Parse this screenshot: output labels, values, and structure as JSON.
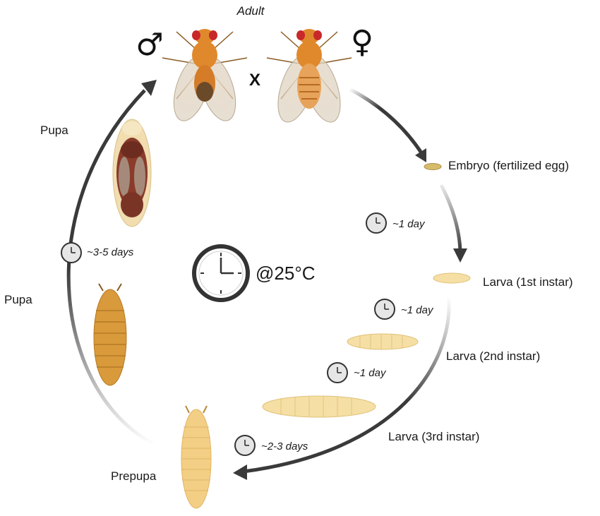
{
  "title": "Adult",
  "symbols": {
    "male": "♂",
    "female": "♀",
    "cross": "X"
  },
  "temperature": "@25°C",
  "stages": {
    "embryo": "Embryo (fertilized egg)",
    "larva1": "Larva (1st instar)",
    "larva2": "Larva (2nd instar)",
    "larva3": "Larva (3rd instar)",
    "prepupa": "Prepupa",
    "pupa_late": "Pupa",
    "pupa_early": "Pupa"
  },
  "durations": {
    "embryo_to_l1": "~1 day",
    "l1_to_l2": "~1 day",
    "l2_to_l3": "~1 day",
    "l3_to_prepupa": "~2-3 days",
    "pupa_to_adult": "~3-5 days"
  },
  "colors": {
    "arrow": "#3a3a3a",
    "larva_body": "#f6dfa4",
    "prepupa_body": "#f3cf86",
    "pupa_body": "#d99a3c",
    "fly_body": "#e0892c",
    "fly_eye": "#c8282a",
    "clock_ring": "#333333"
  }
}
